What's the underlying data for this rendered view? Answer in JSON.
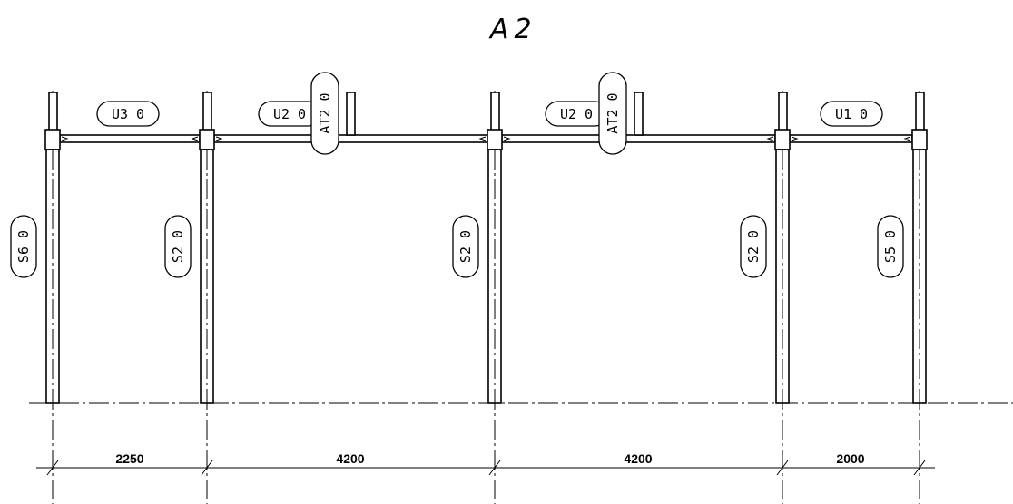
{
  "title": "A2",
  "columns": [
    {
      "label": "S6 0"
    },
    {
      "label": "S2 0"
    },
    {
      "label": "S2 0"
    },
    {
      "label": "S2 0"
    },
    {
      "label": "S5 0"
    }
  ],
  "beams": [
    {
      "label": "U3 0"
    },
    {
      "label": "U2 0"
    },
    {
      "label": "U2 0"
    },
    {
      "label": "U1 0"
    }
  ],
  "braces": [
    {
      "label": "AT2 0"
    },
    {
      "label": "AT2 0"
    }
  ],
  "dimensions": [
    "2250",
    "4200",
    "4200",
    "2000"
  ]
}
